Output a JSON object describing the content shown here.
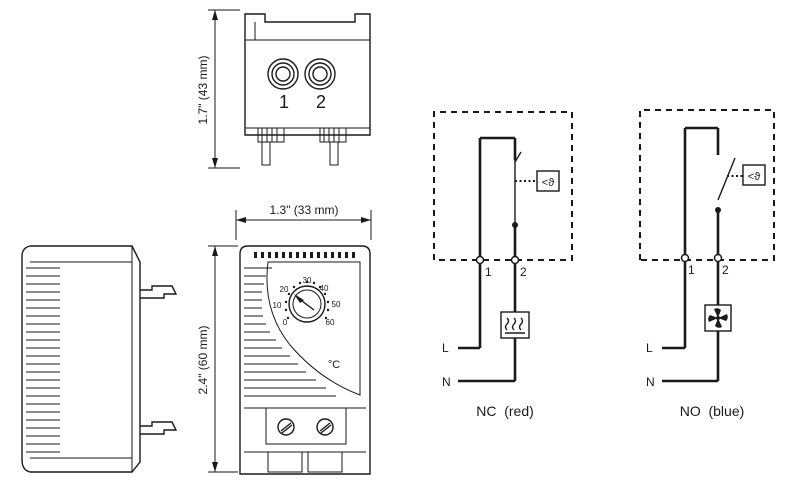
{
  "dimensions": {
    "height_small": "1.7\" (43 mm)",
    "width": "1.3\" (33 mm)",
    "height_large": "2.4\" (60 mm)"
  },
  "top_view": {
    "terminal_1": "1",
    "terminal_2": "2"
  },
  "dial": {
    "scale": [
      "0",
      "10",
      "20",
      "30",
      "40",
      "50",
      "60"
    ],
    "unit": "°C"
  },
  "wiring_nc": {
    "caption": "NC  (red)",
    "terminal_1": "1",
    "terminal_2": "2",
    "line_label": "L",
    "neutral_label": "N",
    "sensor_label": "<ϑ",
    "load_icon": "heater-icon"
  },
  "wiring_no": {
    "caption": "NO  (blue)",
    "terminal_1": "1",
    "terminal_2": "2",
    "line_label": "L",
    "neutral_label": "N",
    "sensor_label": "<ϑ",
    "load_icon": "fan-icon"
  }
}
